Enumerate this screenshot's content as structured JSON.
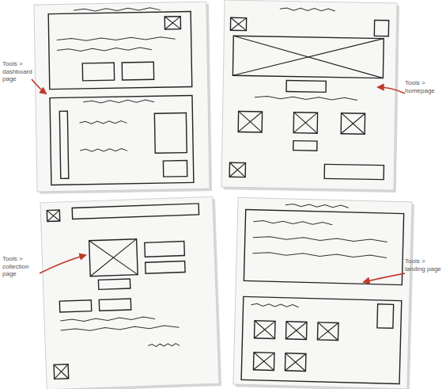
{
  "diagram": {
    "labels": [
      "Tools > dashboard page",
      "Tools > homepage",
      "Tools > collection page",
      "Tools > landing page"
    ]
  }
}
